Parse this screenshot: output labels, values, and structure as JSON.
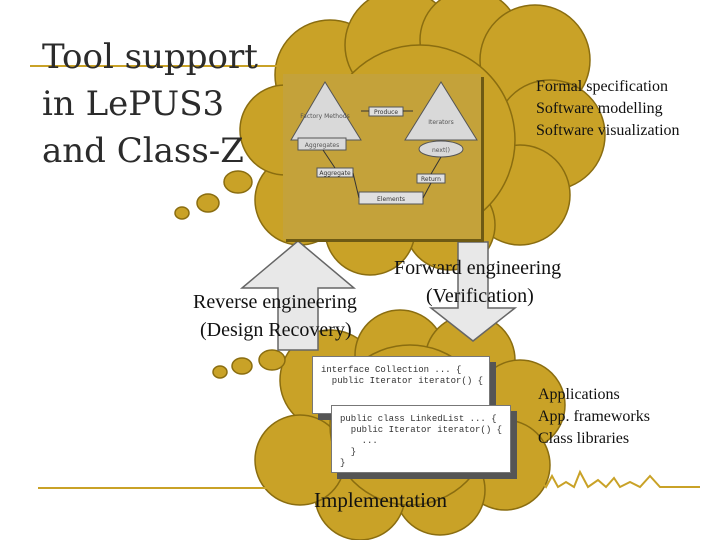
{
  "slide": {
    "title": "Tool support\nin LePUS3\nand Class-Z",
    "spec_items": [
      "Formal specification",
      "Software modelling",
      "Software visualization"
    ],
    "forward_line1": "Forward engineering",
    "forward_line2": "(Verification)",
    "reverse_line1": "Reverse engineering",
    "reverse_line2": "(Design Recovery)",
    "impl_items": [
      "Applications",
      "App. frameworks",
      "Class libraries"
    ],
    "impl_label": "Implementation"
  },
  "diagram": {
    "left_triangle_label": "Factory Methods",
    "right_triangle_label": "Iterators",
    "produce_label": "Produce",
    "aggregates_label": "Aggregates",
    "next_label": "next()",
    "aggregate_label": "Aggregate",
    "return_label": "Return",
    "elements_label": "Elements"
  },
  "code": {
    "block1": "interface Collection ... {\n  public Iterator iterator() {",
    "block2": "public class LinkedList ... {\n  public Iterator iterator() {\n    ...\n  }\n}"
  },
  "colors": {
    "cloud": "#c9a227",
    "cloud_edge": "#8a6d10",
    "title": "#2b2b2b",
    "rule": "#c9a227"
  }
}
